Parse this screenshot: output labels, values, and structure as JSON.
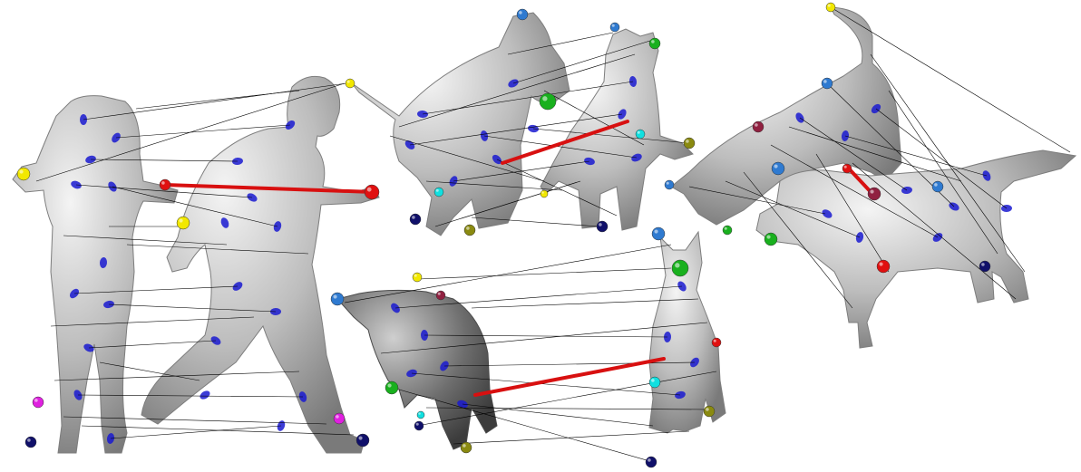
{
  "scene": {
    "background": "#ffffff",
    "shape_fill": "#b9b9b9",
    "shape_stroke": "#7d7d7d",
    "blue_patch_color": "#1a1ad0",
    "line_color": "#000000",
    "red_line_color": "#d81010",
    "marker_colors": {
      "yellow": "#f2e800",
      "red": "#e01010",
      "green": "#19b01e",
      "blue": "#2f7ad0",
      "navy": "#10106a",
      "magenta": "#e020e0",
      "cyan": "#10e0e0",
      "olive": "#8a8a10",
      "maroon": "#902040"
    }
  },
  "panels": [
    {
      "name": "human-pair",
      "subject": "human",
      "shape_count": 2
    },
    {
      "name": "wolf-pair-top",
      "subject": "canine",
      "shape_count": 2
    },
    {
      "name": "wolf-pair-bottom",
      "subject": "canine",
      "shape_count": 2
    },
    {
      "name": "dog-pair-right",
      "subject": "canine",
      "shape_count": 2
    }
  ]
}
